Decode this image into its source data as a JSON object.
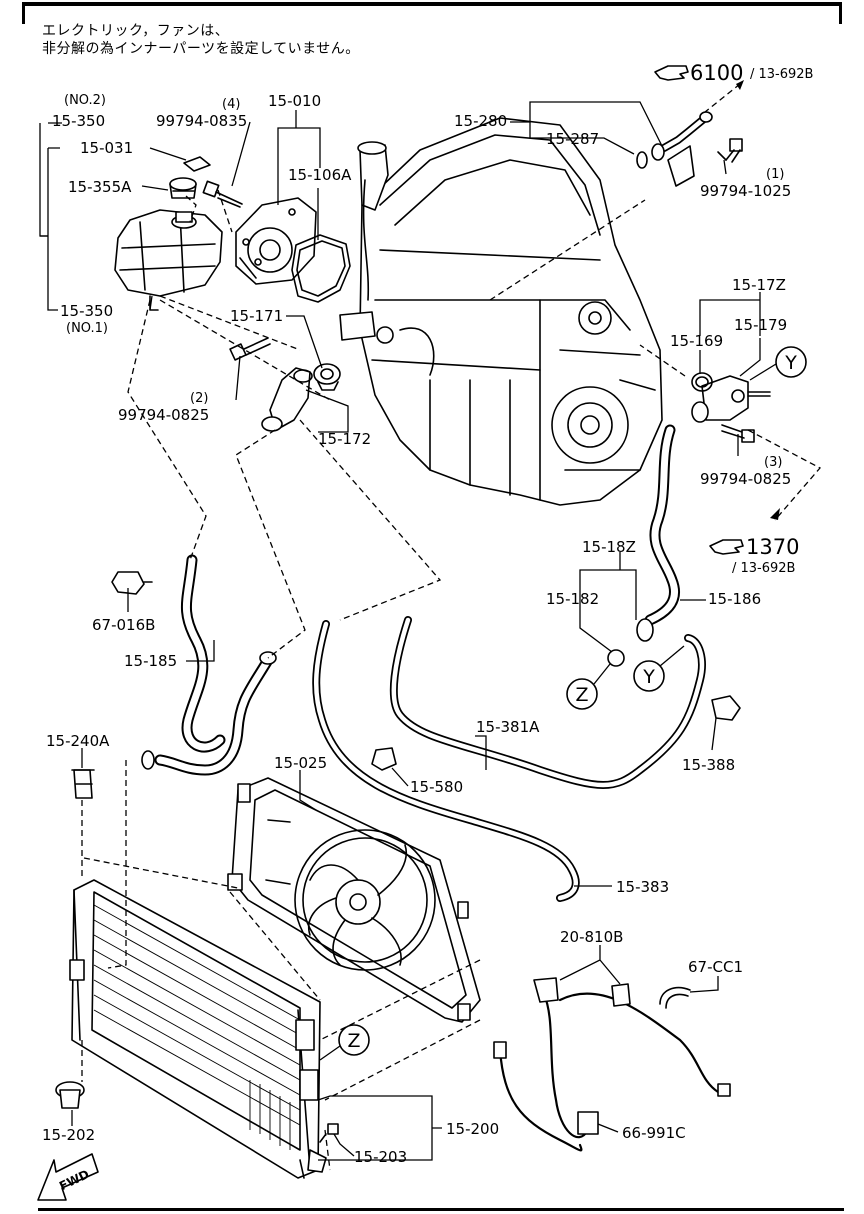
{
  "notes": {
    "line1": "エレクトリック，ファンは、",
    "line2": "非分解の為インナーパーツを設定していません。"
  },
  "refs": {
    "ref_6100_num": "6100",
    "ref_6100_sub": "/ 13-692B",
    "ref_1370_num": "1370",
    "ref_1370_sub": "/ 13-692B"
  },
  "callouts": {
    "y": "Y",
    "z": "Z"
  },
  "fwd": "FWD",
  "labels": {
    "no2": "(NO.2)",
    "p15_350_top": "15-350",
    "p15_031": "15-031",
    "p15_355a": "15-355A",
    "p15_350_bot": "15-350",
    "no1": "(NO.1)",
    "qty4": "(4)",
    "p99794_0835": "99794-0835",
    "p15_010": "15-010",
    "p15_106a": "15-106A",
    "p15_280": "15-280",
    "p15_287": "15-287",
    "qty1": "(1)",
    "p99794_1025": "99794-1025",
    "p15_171": "15-171",
    "qty2": "(2)",
    "p99794_0825a": "99794-0825",
    "p15_172": "15-172",
    "p15_17z": "15-17Z",
    "p15_169": "15-169",
    "p15_179": "15-179",
    "qty3": "(3)",
    "p99794_0825b": "99794-0825",
    "p15_18z": "15-18Z",
    "p15_182": "15-182",
    "p15_186": "15-186",
    "p67_016b": "67-016B",
    "p15_185": "15-185",
    "p15_381a": "15-381A",
    "p15_388": "15-388",
    "p15_240a": "15-240A",
    "p15_025": "15-025",
    "p15_580": "15-580",
    "p15_383": "15-383",
    "p20_810b": "20-810B",
    "p67_cc1": "67-CC1",
    "p15_202": "15-202",
    "p15_200": "15-200",
    "p15_203": "15-203",
    "p66_991c": "66-991C"
  }
}
